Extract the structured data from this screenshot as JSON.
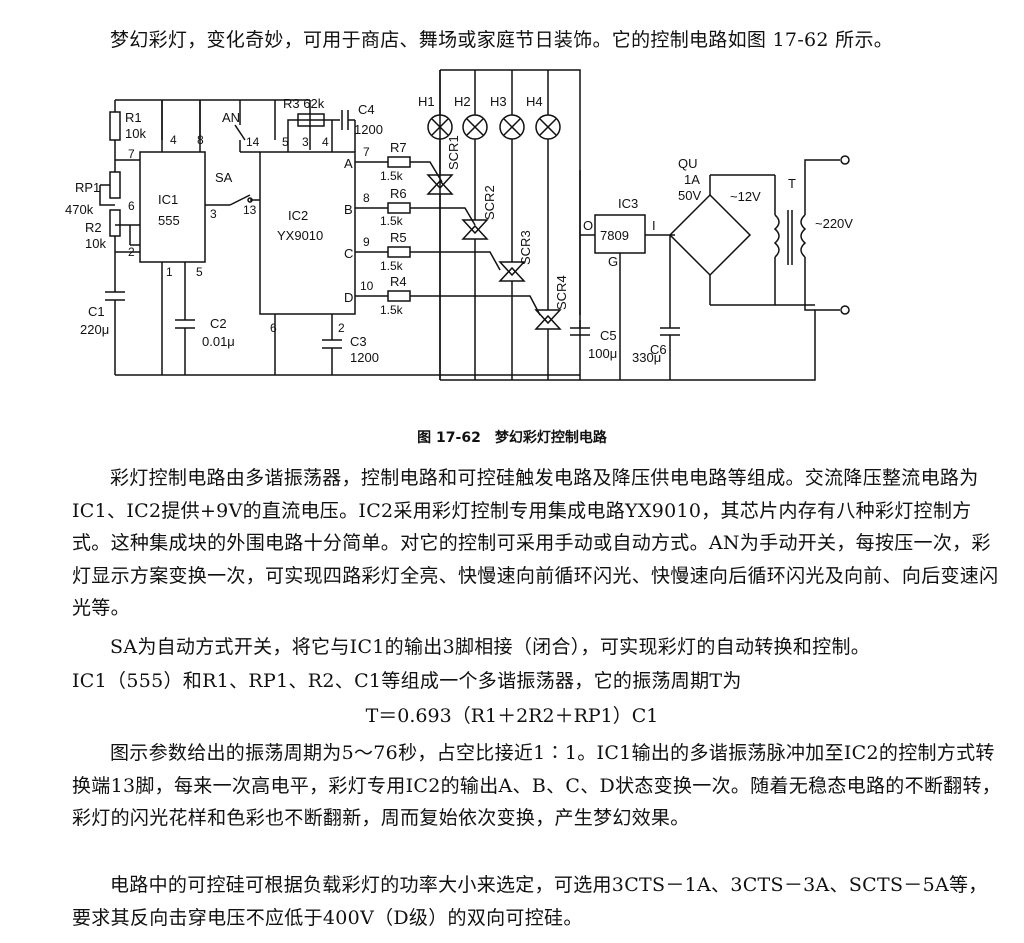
{
  "intro": "梦幻彩灯，变化奇妙，可用于商店、舞场或家庭节日装饰。它的控制电路如图 17-62 所示。",
  "caption": "图 17-62　梦幻彩灯控制电路",
  "circuit": {
    "R1": "R1",
    "R1_val": "10k",
    "RP1": "RP1",
    "RP1_val": "470k",
    "R2": "R2",
    "R2_val": "10k",
    "C1": "C1",
    "C1_val": "220μ",
    "IC1": "IC1",
    "IC1_type": "555",
    "C2": "C2",
    "C2_val": "0.01μ",
    "AN": "AN",
    "SA": "SA",
    "R3": "R3 62k",
    "C4": "C4",
    "C4_val": "1200",
    "IC2": "IC2",
    "IC2_type": "YX9010",
    "C3": "C3",
    "C3_val": "1200",
    "outputs": [
      "A",
      "B",
      "C",
      "D"
    ],
    "R7": "R7",
    "R6": "R6",
    "R5": "R5",
    "R4": "R4",
    "r_val": "1.5k",
    "lamps": [
      "H1",
      "H2",
      "H3",
      "H4"
    ],
    "scr": [
      "SCR1",
      "SCR2",
      "SCR3",
      "SCR4"
    ],
    "IC3": "IC3",
    "IC3_type": "7809",
    "pin_O": "O",
    "pin_I": "I",
    "pin_G": "G",
    "C5": "C5",
    "C5_val": "100μ",
    "C6": "C6",
    "C6_val": "330μ",
    "QU": "QU",
    "QU_rating1": "1A",
    "QU_rating2": "50V",
    "ac12": "~12V",
    "T": "T",
    "ac220": "~220V",
    "pins": {
      "ic1_4": "4",
      "ic1_8": "8",
      "ic1_7": "7",
      "ic1_6": "6",
      "ic1_2": "2",
      "ic1_1": "1",
      "ic1_5": "5",
      "ic1_3": "3",
      "ic2_14": "14",
      "ic2_13": "13",
      "ic2_5": "5",
      "ic2_3": "3",
      "ic2_4": "4",
      "ic2_7": "7",
      "ic2_8": "8",
      "ic2_9": "9",
      "ic2_10": "10",
      "ic2_6": "6",
      "ic2_2": "2"
    }
  },
  "paragraph1": "彩灯控制电路由多谐振荡器，控制电路和可控硅触发电路及降压供电电路等组成。交流降压整流电路为IC1、IC2提供+9V的直流电压。IC2采用彩灯控制专用集成电路YX9010，其芯片内存有八种彩灯控制方式。这种集成块的外围电路十分简单。对它的控制可采用手动或自动方式。AN为手动开关，每按压一次，彩灯显示方案变换一次，可实现四路彩灯全亮、快慢速向前循环闪光、快慢速向后循环闪光及向前、向后变速闪光等。",
  "paragraph2a": "SA为自动方式开关，将它与IC1的输出3脚相接（闭合），可实现彩灯的自动转换和控制。",
  "paragraph2b": "IC1（555）和R1、RP1、R2、C1等组成一个多谐振荡器，它的振荡周期T为",
  "formula": "T＝0.693（R1＋2R2＋RP1）C1",
  "paragraph3": "图示参数给出的振荡周期为5～76秒，占空比接近1∶1。IC1输出的多谐振荡脉冲加至IC2的控制方式转换端13脚，每来一次高电平，彩灯专用IC2的输出A、B、C、D状态变换一次。随着无稳态电路的不断翻转，彩灯的闪光花样和色彩也不断翻新，周而复始依次变换，产生梦幻效果。",
  "paragraph4": "电路中的可控硅可根据负载彩灯的功率大小来选定，可选用3CTS－1A、3CTS－3A、SCTS－5A等，要求其反向击穿电压不应低于400V（D级）的双向可控硅。"
}
